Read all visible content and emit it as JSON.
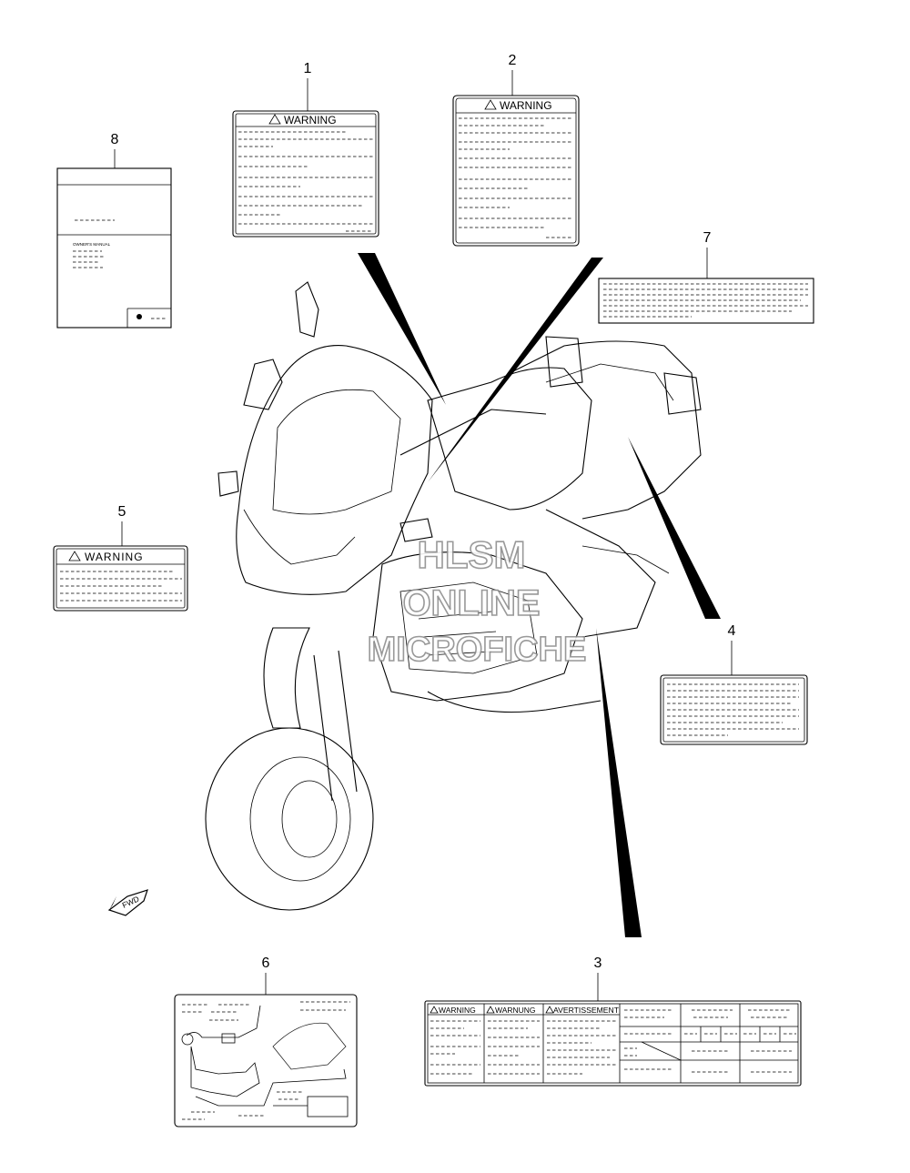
{
  "diagram": {
    "callouts": {
      "c1": "1",
      "c2": "2",
      "c3": "3",
      "c4": "4",
      "c5": "5",
      "c6": "6",
      "c7": "7",
      "c8": "8"
    },
    "labels": {
      "warning": "WARNING",
      "warnung": "WARNUNG",
      "avertissement": "AVERTISSEMENT",
      "warning_trunc": "WARNING",
      "owners_manual": "OWNER'S MANUAL"
    },
    "fwd_marker": "FWD",
    "watermark": [
      "HLSM",
      "ONLINE",
      "MICROFICHE"
    ]
  }
}
